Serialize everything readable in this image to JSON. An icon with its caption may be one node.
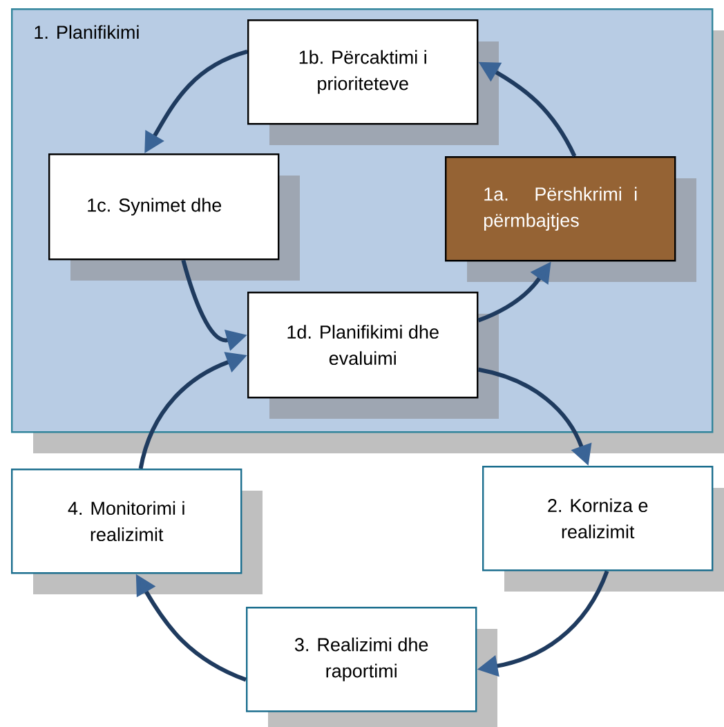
{
  "diagram": {
    "nodes": [
      {
        "text": [
          "1. Planifikimi"
        ]
      },
      {
        "text": [
          "1b. Përcaktimi i prioriteteve"
        ],
        "in": 0
      },
      {
        "text": [
          "1c. Synimet dhe"
        ],
        "in": 0
      },
      {
        "text": [
          "1a. Përshkrimi i përmbajtjes"
        ],
        "in": 0
      },
      {
        "text": [
          "1d. Planifikimi dhe evaluimi"
        ],
        "in": 0
      },
      {
        "text": [
          "4. Monitorimi i realizimit"
        ]
      },
      {
        "text": [
          "2. Korniza e realizimit"
        ]
      },
      {
        "text": [
          "3. Realizimi dhe raportimi"
        ]
      }
    ],
    "edges": [
      {
        "from": 4,
        "to": 3,
        "arrow": "to"
      },
      {
        "from": 3,
        "to": 1,
        "arrow": "to"
      },
      {
        "from": 1,
        "to": 2,
        "arrow": "to"
      },
      {
        "from": 2,
        "to": 4,
        "arrow": "to"
      },
      {
        "from": 4,
        "to": 6,
        "arrow": "to"
      },
      {
        "from": 6,
        "to": 7,
        "arrow": "to"
      },
      {
        "from": 7,
        "to": 5,
        "arrow": "to"
      },
      {
        "from": 5,
        "to": 4,
        "arrow": "to"
      }
    ]
  }
}
